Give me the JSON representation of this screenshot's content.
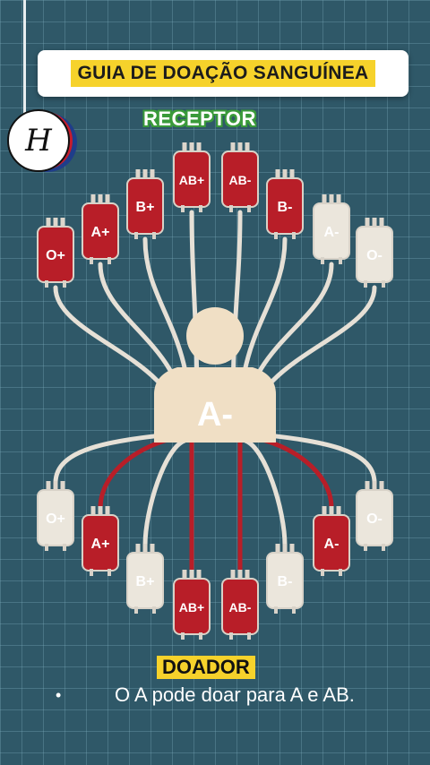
{
  "title": "GUIA DE DOAÇÃO SANGUÍNEA",
  "logo_letter": "H",
  "receptor_label": "RECEPTOR",
  "doador_label": "DOADOR",
  "center_type": "A-",
  "receptor_bags": [
    {
      "type": "O+",
      "active": true
    },
    {
      "type": "A+",
      "active": true
    },
    {
      "type": "B+",
      "active": true
    },
    {
      "type": "AB+",
      "active": true
    },
    {
      "type": "AB-",
      "active": true
    },
    {
      "type": "B-",
      "active": true
    },
    {
      "type": "A-",
      "active": false
    },
    {
      "type": "O-",
      "active": false
    }
  ],
  "donor_bags": [
    {
      "type": "O+",
      "active": false
    },
    {
      "type": "A+",
      "active": true
    },
    {
      "type": "B+",
      "active": false
    },
    {
      "type": "AB+",
      "active": true
    },
    {
      "type": "AB-",
      "active": true
    },
    {
      "type": "B-",
      "active": false
    },
    {
      "type": "A-",
      "active": true
    },
    {
      "type": "O-",
      "active": false
    }
  ],
  "caption": {
    "bullet": "•",
    "text": "O A pode doar para A e AB."
  },
  "colors": {
    "blood": "#b81e28",
    "empty": "#ebe6dc",
    "tube": "#e6e0d6",
    "person": "#f0dfc5",
    "background": "#2f5868"
  }
}
